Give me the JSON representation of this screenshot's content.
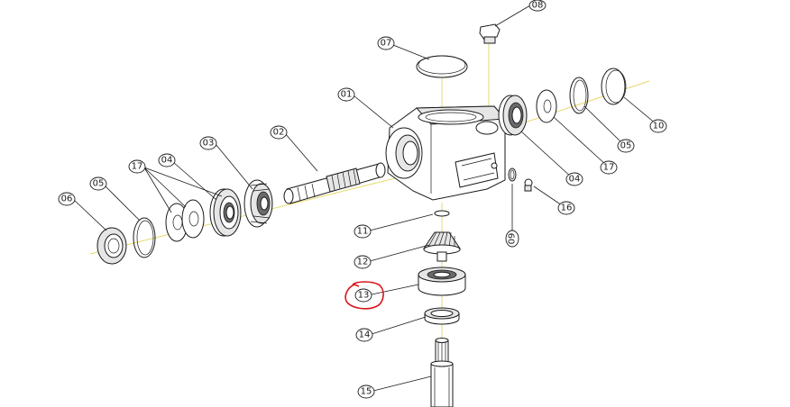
{
  "diagram": {
    "part_labels": {
      "p01": "01",
      "p02": "02",
      "p03": "03",
      "p04_left": "04",
      "p04_right": "04",
      "p05_left": "05",
      "p05_right": "05",
      "p06": "06",
      "p07": "07",
      "p08": "08",
      "p09": "09",
      "p10": "10",
      "p11": "11",
      "p12": "12",
      "p13": "13",
      "p14": "14",
      "p15": "15",
      "p16": "16",
      "p17_left": "17",
      "p17_right": "17"
    },
    "highlighted_part": "13",
    "colors": {
      "line": "#1a1a1a",
      "axis": "#e7d86a",
      "highlight": "#d8141b",
      "background": "#ffffff"
    }
  }
}
